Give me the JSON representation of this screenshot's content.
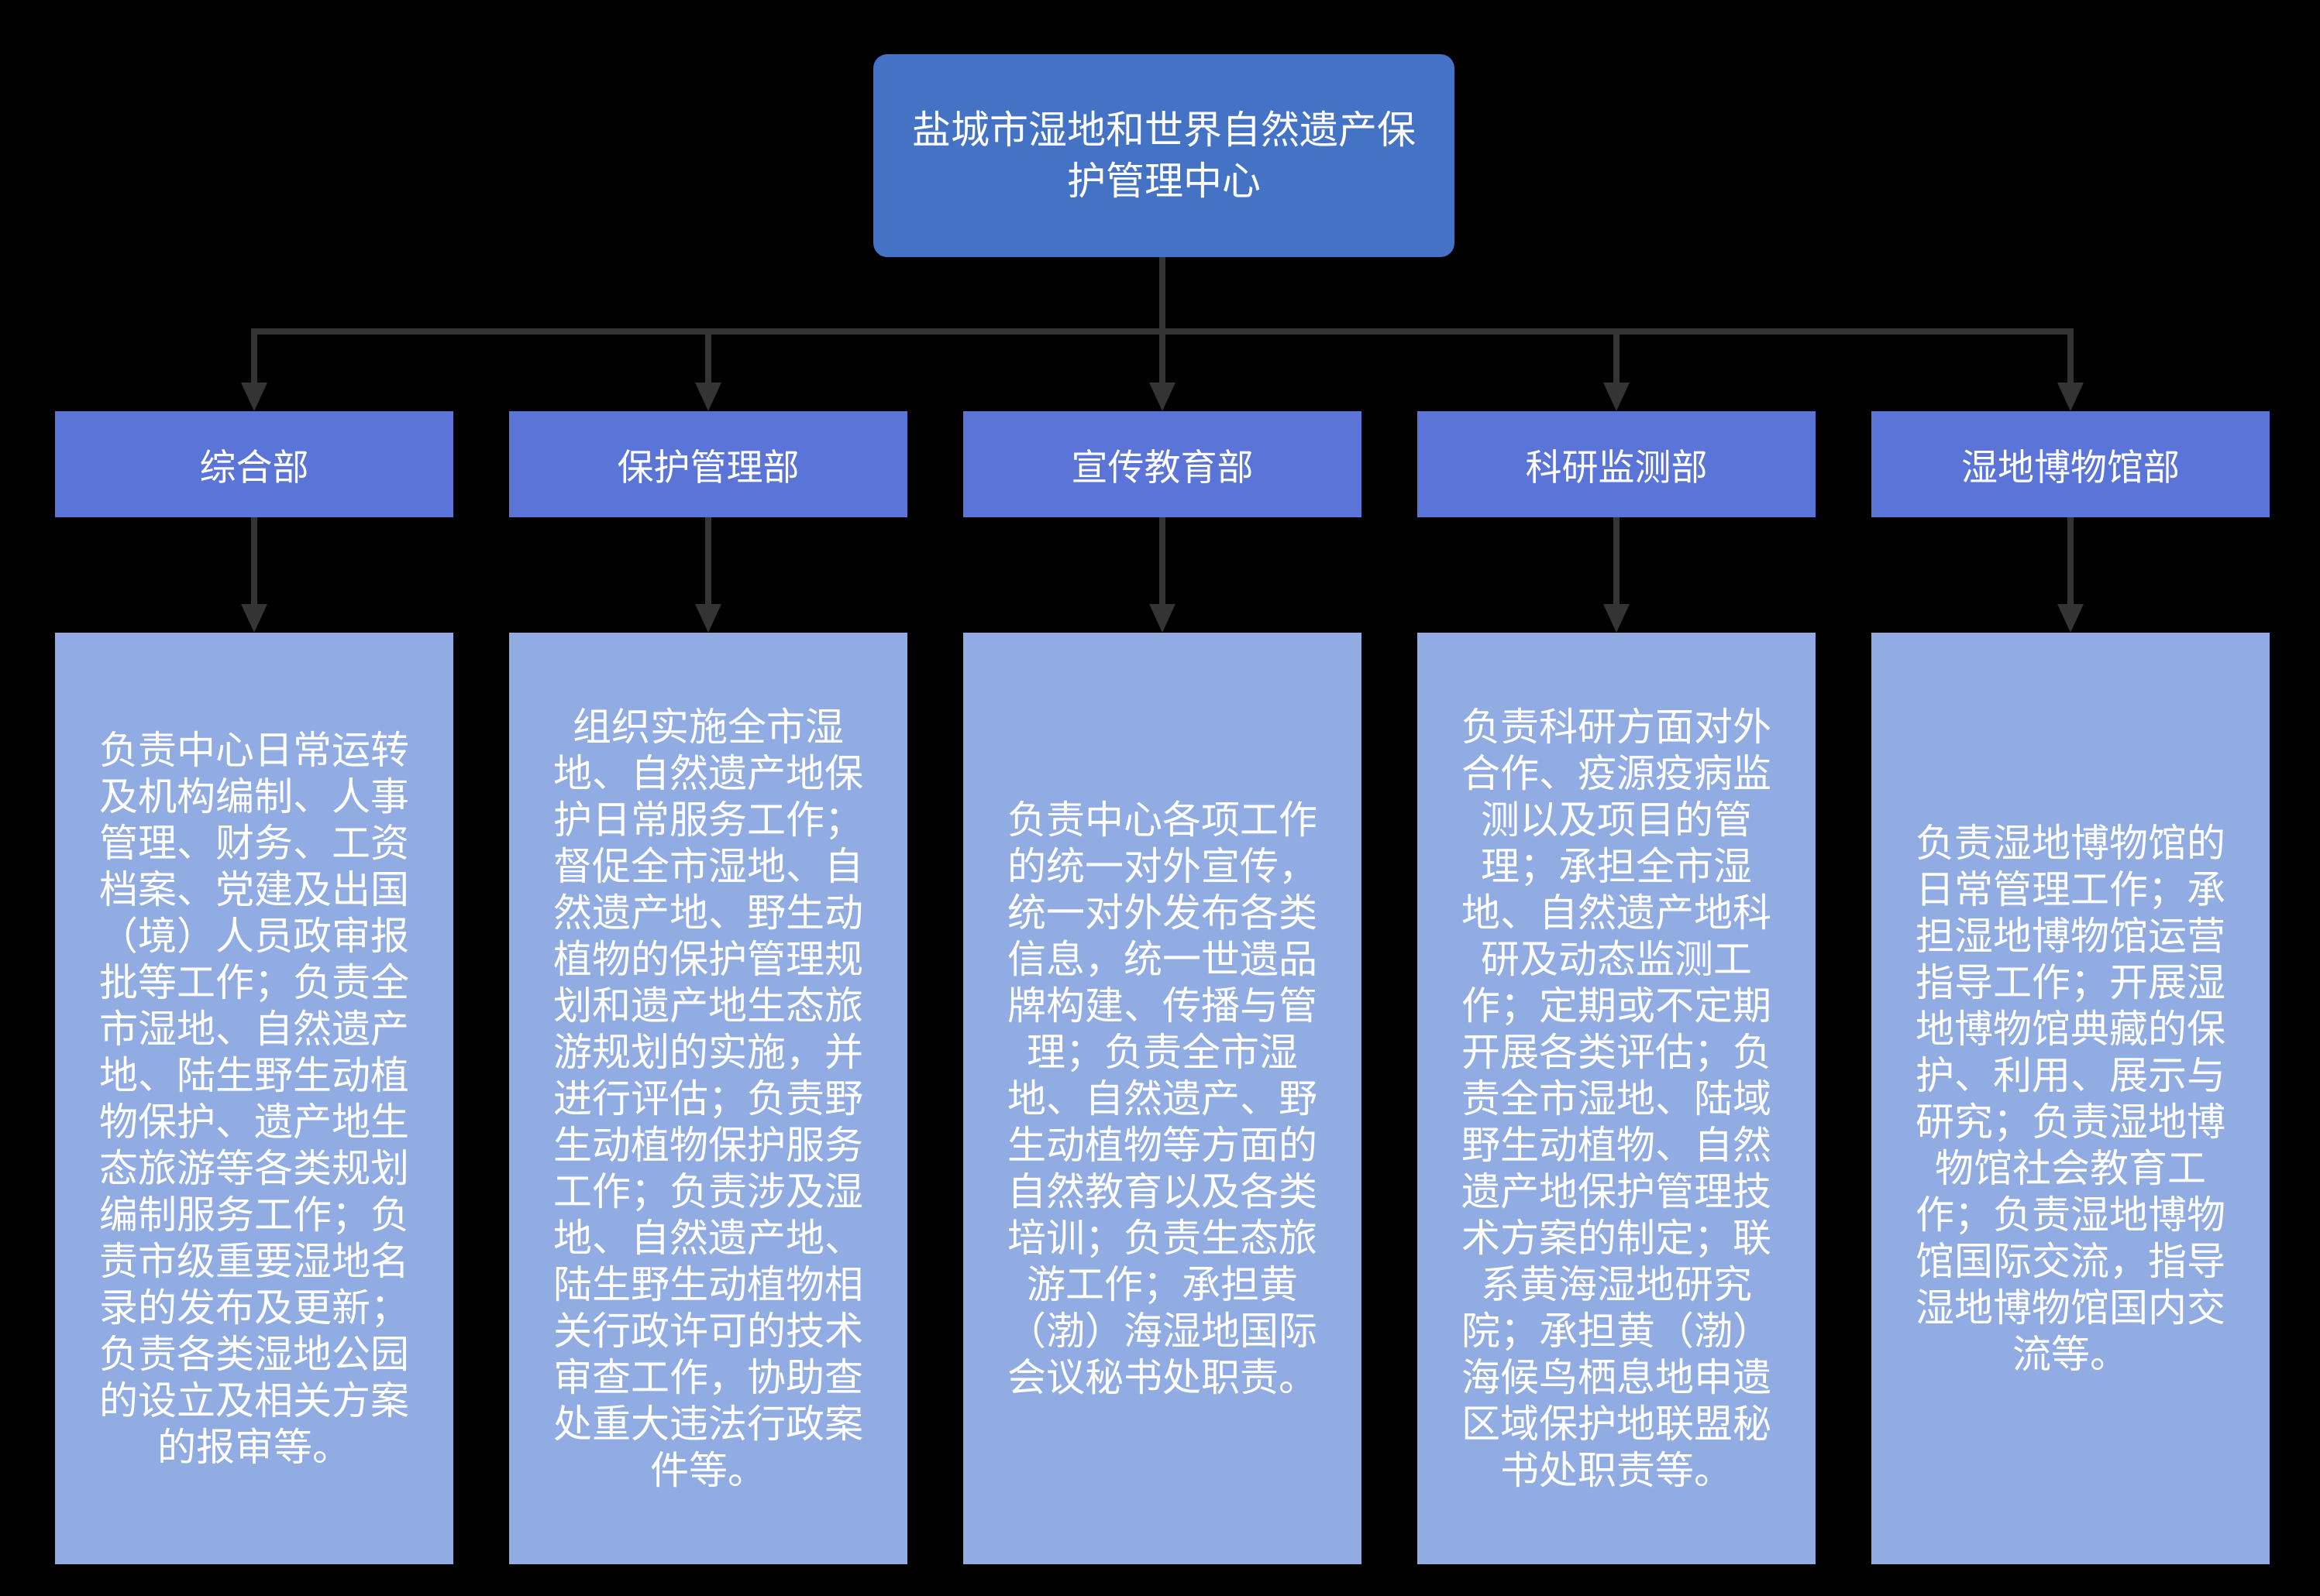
{
  "diagram": {
    "type": "org-chart",
    "title": "盐城市湿地和世界自然遗产保护管理中心",
    "departments": [
      {
        "name": "综合部",
        "description": "负责中心日常运转及机构编制、人事管理、财务、工资档案、党建及出国（境）人员政审报批等工作；负责全市湿地、自然遗产地、陆生野生动植物保护、遗产地生态旅游等各类规划编制服务工作；负责市级重要湿地名录的发布及更新；负责各类湿地公园的设立及相关方案的报审等。"
      },
      {
        "name": "保护管理部",
        "description": "组织实施全市湿地、自然遗产地保护日常服务工作；督促全市湿地、自然遗产地、野生动植物的保护管理规划和遗产地生态旅游规划的实施，并进行评估；负责野生动植物保护服务工作；负责涉及湿地、自然遗产地、陆生野生动植物相关行政许可的技术审查工作，协助查处重大违法行政案件等。"
      },
      {
        "name": "宣传教育部",
        "description": "负责中心各项工作的统一对外宣传，统一对外发布各类信息，统一世遗品牌构建、传播与管理；负责全市湿地、自然遗产、野生动植物等方面的自然教育以及各类培训；负责生态旅游工作；承担黄（渤）海湿地国际会议秘书处职责。"
      },
      {
        "name": "科研监测部",
        "description": "负责科研方面对外合作、疫源疫病监测以及项目的管理；承担全市湿地、自然遗产地科研及动态监测工作；定期或不定期开展各类评估；负责全市湿地、陆域野生动植物、自然遗产地保护管理技术方案的制定；联系黄海湿地研究院；承担黄（渤）海候鸟栖息地申遗区域保护地联盟秘书处职责等。"
      },
      {
        "name": "湿地博物馆部",
        "description": "负责湿地博物馆的日常管理工作；承担湿地博物馆运营指导工作；开展湿地博物馆典藏的保护、利用、展示与研究；负责湿地博物馆社会教育工作；负责湿地博物馆国际交流，指导湿地博物馆国内交流等。"
      }
    ],
    "colors": {
      "background": "#000000",
      "root_box": "#4472C4",
      "department_box": "#5A74D8",
      "description_box": "#90ACE2",
      "connector": "#343434",
      "text": "#FFFFFF"
    }
  }
}
